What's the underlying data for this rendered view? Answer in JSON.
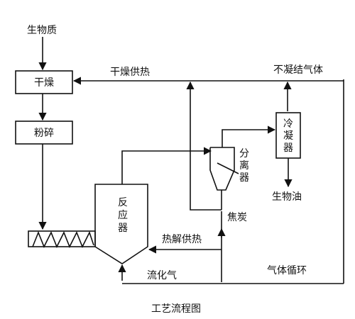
{
  "labels": {
    "biomass": "生物质",
    "drying_heat": "干燥供热",
    "noncondensable_gas": "不凝结气体",
    "bio_oil": "生物油",
    "char": "焦炭",
    "pyrolysis_heat": "热解供热",
    "fluidizing_gas": "流化气",
    "gas_circulation": "气体循环"
  },
  "boxes": {
    "drying": "干燥",
    "crushing": "粉碎",
    "reactor": [
      "反",
      "应",
      "器"
    ],
    "condenser": [
      "冷",
      "凝",
      "器"
    ],
    "separator": [
      "分",
      "离",
      "器"
    ]
  },
  "caption": "工艺流程图",
  "colors": {
    "line": "#111111",
    "background": "#ffffff",
    "text": "#111111"
  }
}
